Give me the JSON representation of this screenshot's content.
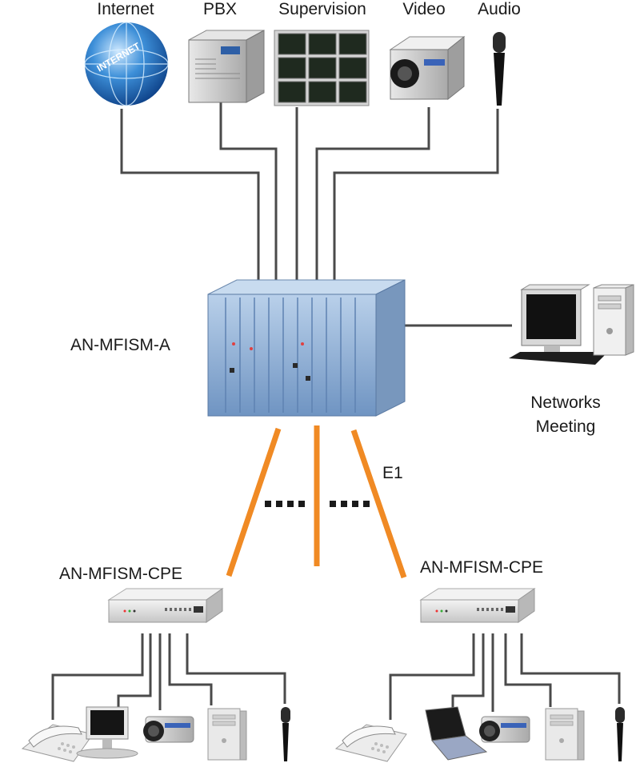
{
  "top_sources": {
    "internet": "Internet",
    "pbx": "PBX",
    "supervision": "Supervision",
    "video": "Video",
    "audio": "Audio"
  },
  "central": {
    "label": "AN-MFISM-A"
  },
  "meeting": {
    "line1": "Networks",
    "line2": "Meeting"
  },
  "link": {
    "label": "E1"
  },
  "cpe_left": {
    "label": "AN-MFISM-CPE"
  },
  "cpe_right": {
    "label": "AN-MFISM-CPE"
  },
  "colors": {
    "wire": "#4a4a4a",
    "e1_link": "#f08a24",
    "rack": "#8fb0d6",
    "cpe": "#dcdcdc"
  },
  "icons": {
    "internet": "globe-icon",
    "pbx": "pbx-cabinet-icon",
    "supervision": "monitor-wall-icon",
    "video": "video-camera-icon",
    "audio": "microphone-icon",
    "meeting": "desktop-computer-icon",
    "phone": "telephone-icon",
    "monitor": "lcd-monitor-icon",
    "laptop": "laptop-icon",
    "pc": "pc-tower-icon"
  }
}
